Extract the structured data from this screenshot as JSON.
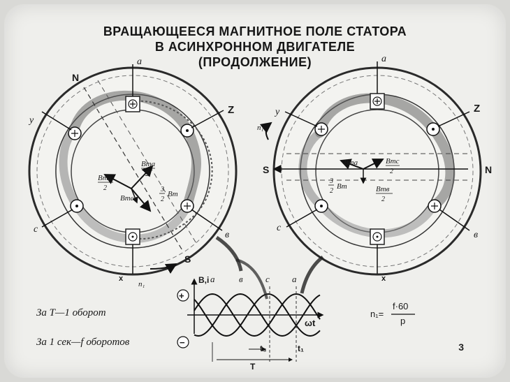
{
  "title": {
    "line1": "ВРАЩАЮЩЕЕСЯ МАГНИТНОЕ ПОЛЕ СТАТОРА",
    "line2": "В АСИНХРОННОМ ДВИГАТЕЛЕ",
    "line3": "(ПРОДОЛЖЕНИЕ)"
  },
  "left_motor": {
    "phase_labels": {
      "a": "a",
      "z": "Z",
      "b": "в",
      "x": "x",
      "c": "c",
      "y": "y"
    },
    "pole_n": "N",
    "pole_s": "S",
    "speed_label": "n₁",
    "vec_bma": "Bma",
    "vec_bma_den": "2",
    "vec_bmb": "Bmв",
    "vec_bmb_den": "2",
    "vec_bmc": "Bmc",
    "vec_sum_num": "3",
    "vec_sum_den": "2",
    "vec_sum_b": "Bm"
  },
  "right_motor": {
    "phase_labels": {
      "a": "a",
      "z": "Z",
      "b": "в",
      "x": "x",
      "c": "c",
      "y": "y"
    },
    "pole_n": "N",
    "pole_s": "S",
    "speed_label": "n₁",
    "vec_bma": "Bma",
    "vec_bmc": "Bmc",
    "vec_bmc_den": "2",
    "vec_sum_num": "3",
    "vec_sum_den": "2",
    "vec_sum_b": "Bm",
    "vec_bmb": "Bmв",
    "vec_bmb_den": "2"
  },
  "waveform": {
    "axis_y": "B,i",
    "axis_x": "ωt",
    "plus": "+",
    "minus": "−",
    "peak_labels": [
      "a",
      "в",
      "c",
      "a"
    ],
    "t3": "t₃",
    "t1": "t₁",
    "period": "T"
  },
  "notes": {
    "line1": "За T—1 оборот",
    "line2": "За 1 сек—f оборотов"
  },
  "formula": {
    "lhs": "n₁=",
    "num": "f·60",
    "den": "p"
  },
  "page_number": "3"
}
